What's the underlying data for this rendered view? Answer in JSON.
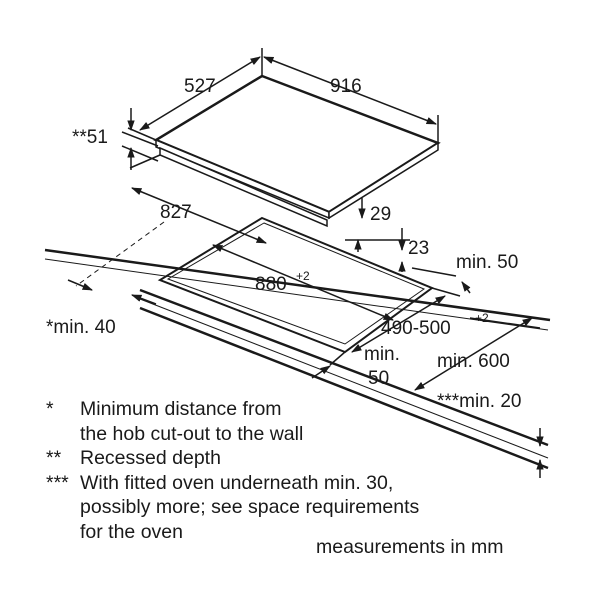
{
  "dimensions": {
    "hob_depth": "527",
    "hob_width": "916",
    "recessed_depth": "**51",
    "hob_height": "29",
    "cutout_depth_offset": "23",
    "back_margin": "min. 50",
    "hob_overhang": "827",
    "cutout_width": "880",
    "cutout_width_tolerance": "+2",
    "cutout_depth": "490-500",
    "cutout_depth_tolerance": "+2",
    "front_margin_label": "min.",
    "front_margin_value": "50",
    "worktop_depth": "min. 600",
    "worktop_thickness": "***min. 20",
    "wall_distance": "*min. 40"
  },
  "legend": [
    {
      "mark": "*",
      "lines": [
        "Minimum distance from",
        "the hob cut-out to the wall"
      ]
    },
    {
      "mark": "**",
      "lines": [
        "Recessed depth"
      ]
    },
    {
      "mark": "***",
      "lines": [
        "With fitted oven underneath min. 30,",
        "possibly more; see space requirements",
        "for the oven"
      ]
    }
  ],
  "units_note": "measurements in mm"
}
